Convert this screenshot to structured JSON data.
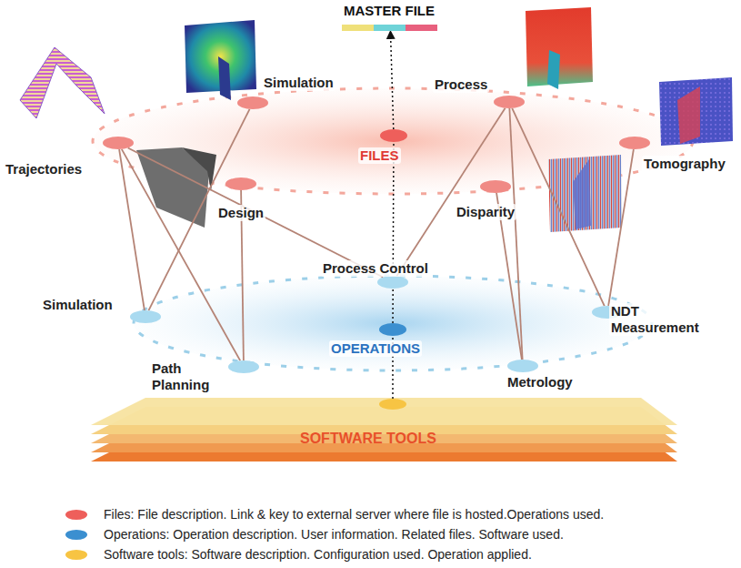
{
  "diagram": {
    "nodes": [
      {
        "text": [
          "MASTER FILE"
        ]
      },
      {
        "text": [
          "Simulation"
        ]
      },
      {
        "text": [
          "Process"
        ]
      },
      {
        "text": [
          "Trajectories"
        ]
      },
      {
        "text": [
          "FILES"
        ]
      },
      {
        "text": [
          "Tomography"
        ]
      },
      {
        "text": [
          "Design"
        ]
      },
      {
        "text": [
          "Disparity"
        ]
      },
      {
        "text": [
          "Process Control"
        ]
      },
      {
        "text": [
          "Simulation"
        ]
      },
      {
        "text": [
          "NDT Measurement"
        ]
      },
      {
        "text": [
          "OPERATIONS"
        ]
      },
      {
        "text": [
          "Path Planning"
        ]
      },
      {
        "text": [
          "Metrology"
        ]
      },
      {
        "text": [
          "SOFTWARE TOOLS"
        ]
      }
    ],
    "edges": [
      {
        "from": 3,
        "to": 9,
        "arrow": "none"
      },
      {
        "from": 3,
        "to": 12,
        "arrow": "none"
      },
      {
        "from": 3,
        "to": 8,
        "arrow": "none"
      },
      {
        "from": 1,
        "to": 9,
        "arrow": "none"
      },
      {
        "from": 6,
        "to": 12,
        "arrow": "none"
      },
      {
        "from": 2,
        "to": 8,
        "arrow": "none"
      },
      {
        "from": 2,
        "to": 13,
        "arrow": "none"
      },
      {
        "from": 2,
        "to": 10,
        "arrow": "none"
      },
      {
        "from": 7,
        "to": 13,
        "arrow": "none"
      },
      {
        "from": 5,
        "to": 10,
        "arrow": "none"
      },
      {
        "from": 14,
        "to": 11,
        "arrow": "none"
      },
      {
        "from": 11,
        "to": 4,
        "arrow": "none"
      },
      {
        "from": 4,
        "to": 0,
        "arrow": "to"
      }
    ],
    "legend": [
      {
        "text": "Files: File description. Link & key to external server where file is hosted.Operations used.",
        "color": "#ee5f5b"
      },
      {
        "text": "Operations: Operation description. User information. Related files. Software used.",
        "color": "#3b8fd0"
      },
      {
        "text": "Software tools: Software description. Configuration used. Operation applied.",
        "color": "#f7c443"
      }
    ]
  }
}
